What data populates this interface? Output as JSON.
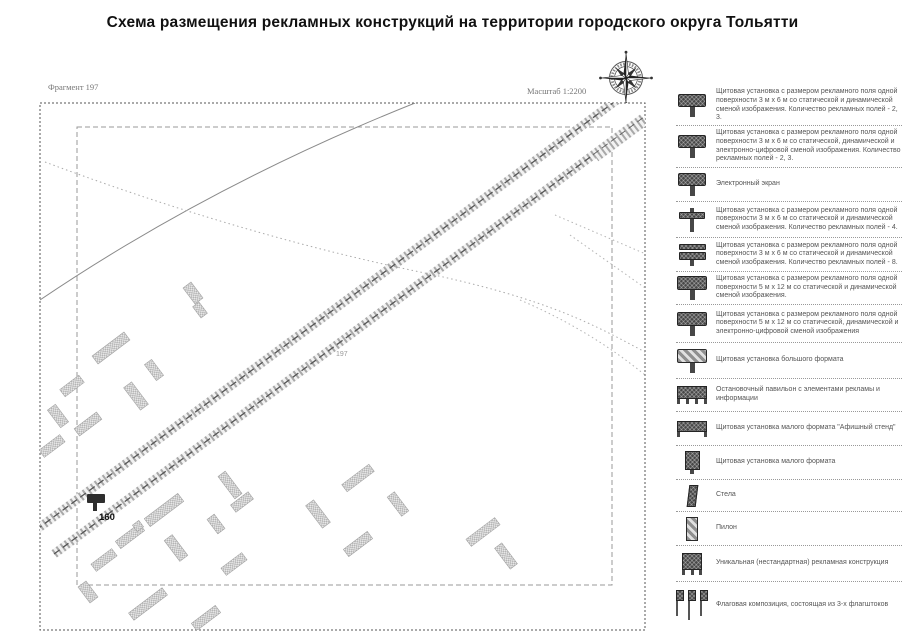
{
  "title": "Схема размещения рекламных конструкций на территории городского округа Тольятти",
  "map": {
    "fragment_label": "Фрагмент 197",
    "scale_label": "Масштаб 1:2200",
    "area_number": "197",
    "marker_label": "160"
  },
  "legend": {
    "items": [
      {
        "icon": "billboard-3x6-static-icon",
        "label": "Щитовая установка с размером рекламного поля одной поверхности 3 м х 6 м со статической и динамической сменой изображения. Количество рекламных полей - 2, 3."
      },
      {
        "icon": "billboard-3x6-digital-icon",
        "label": "Щитовая установка с размером рекламного поля одной поверхности 3 м х 6 м со статической, динамической и электронно-цифровой сменой изображения. Количество рекламных полей - 2, 3."
      },
      {
        "icon": "electronic-screen-icon",
        "label": "Электронный экран"
      },
      {
        "icon": "billboard-3x6-4fields-icon",
        "label": "Щитовая установка с размером рекламного поля одной поверхности 3 м х 6 м со статической и динамической сменой изображения. Количество рекламных полей - 4."
      },
      {
        "icon": "billboard-3x6-8fields-icon",
        "label": "Щитовая установка с размером рекламного поля одной поверхности 3 м х 6 м со статической и динамической сменой изображения. Количество рекламных полей - 8."
      },
      {
        "icon": "billboard-5x12-static-icon",
        "label": "Щитовая установка с размером рекламного поля одной поверхности 5 м х 12 м со статической и динамической сменой изображения."
      },
      {
        "icon": "billboard-5x12-digital-icon",
        "label": "Щитовая установка с размером рекламного поля одной поверхности 5 м х 12 м со статической, динамической и электронно-цифровой сменой изображения"
      },
      {
        "icon": "billboard-big-format-icon",
        "label": "Щитовая установка большого формата"
      },
      {
        "icon": "bus-pavilion-icon",
        "label": "Остановочный павильон с элементами рекламы и информации"
      },
      {
        "icon": "afisha-stand-icon",
        "label": "Щитовая установка малого формата \"Афишный стенд\""
      },
      {
        "icon": "small-format-icon",
        "label": "Щитовая установка малого формата"
      },
      {
        "icon": "stela-icon",
        "label": "Стела"
      },
      {
        "icon": "pylon-icon",
        "label": "Пилон"
      },
      {
        "icon": "unique-structure-icon",
        "label": "Уникальная (нестандартная) рекламная конструкция"
      },
      {
        "icon": "flag-composition-icon",
        "label": "Флаговая композиция, состоящая из 3-х флагштоков"
      }
    ]
  },
  "colors": {
    "ink": "#111111",
    "muted_text": "#777777",
    "icon_fill": "#474747",
    "road_hatch": "#a8a8a8"
  }
}
